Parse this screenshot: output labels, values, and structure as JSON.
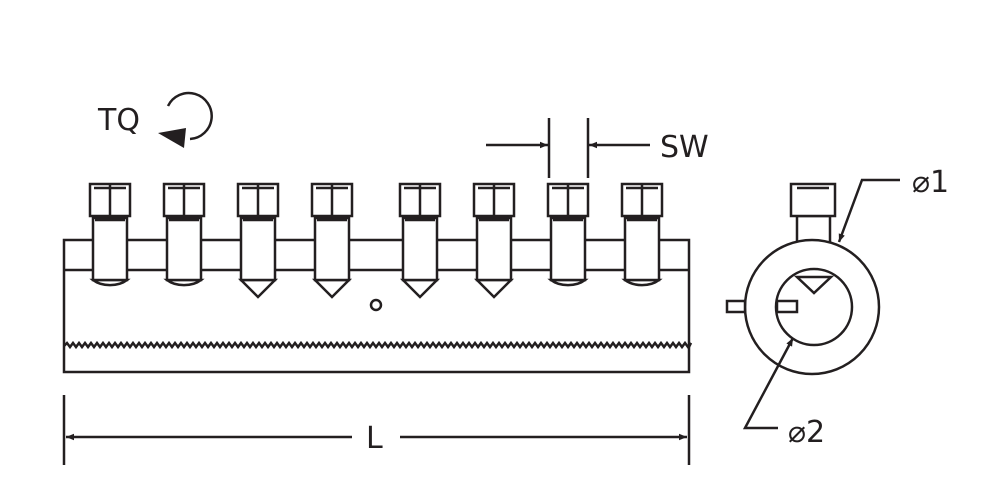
{
  "labels": {
    "torque": "TQ",
    "socket_width": "SW",
    "length": "L",
    "diameter_1": "⌀1",
    "diameter_2": "⌀2"
  },
  "bolts": [
    "dome",
    "dome",
    "cone",
    "cone",
    "cone",
    "cone",
    "dome",
    "dome"
  ],
  "colors": {
    "line": "#231f20",
    "background": "#ffffff"
  }
}
